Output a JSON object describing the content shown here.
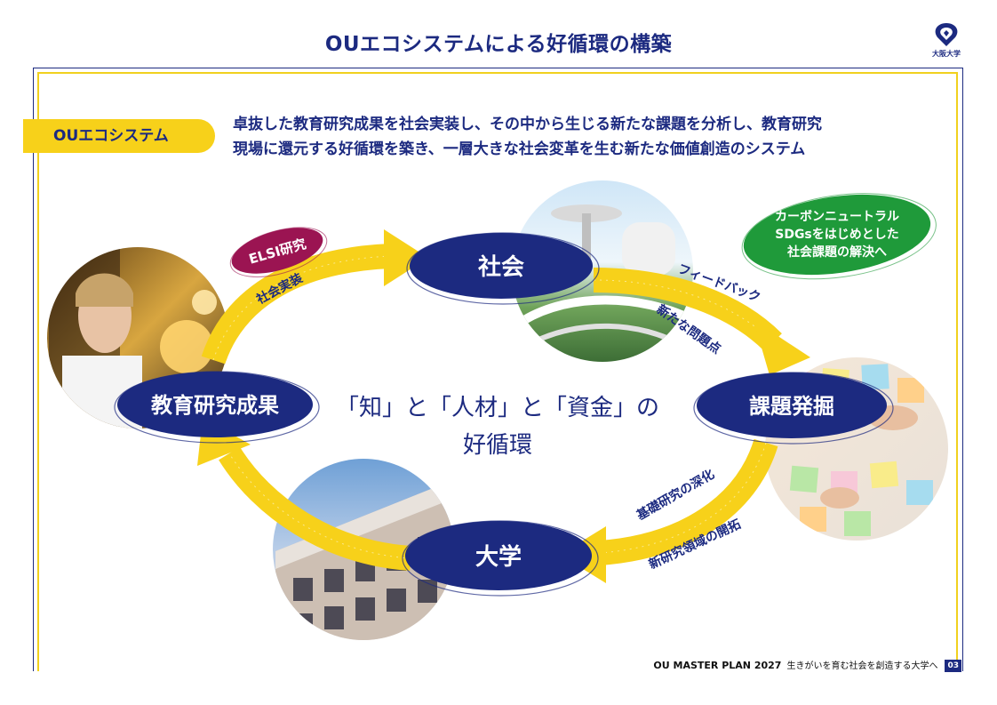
{
  "header": {
    "title": "OUエコシステムによる好循環の構築",
    "logo_text": "大阪大学",
    "logo_icon": "osaka-university-logo-icon"
  },
  "intro": {
    "label": "OUエコシステム",
    "description_line1": "卓抜した教育研究成果を社会実装し、その中から生じる新たな課題を分析し、教育研究",
    "description_line2": "現場に還元する好循環を築き、一層大きな社会変革を生む新たな価値創造のシステム"
  },
  "nodes": {
    "society": "社会",
    "research": "教育研究成果",
    "issues": "課題発掘",
    "university": "大学"
  },
  "arrows": {
    "implementation": "社会実装",
    "feedback": "フィードバック",
    "new_problems": "新たな問題点",
    "deepen": "基礎研究の深化",
    "pioneer": "新研究領域の開拓"
  },
  "badges": {
    "elsi": "ELSI研究",
    "sdgs_line1": "カーボンニュートラル",
    "sdgs_line2": "SDGsをはじめとした",
    "sdgs_line3": "社会課題の解決へ"
  },
  "center": {
    "line1": "「知」と「人材」と「資金」の",
    "line2": "好循環"
  },
  "footer": {
    "main": "OU MASTER PLAN 2027",
    "sub": "生きがいを育む社会を創造する大学へ",
    "page": "03"
  },
  "colors": {
    "navy": "#1c2a80",
    "yellow": "#f7d11a",
    "elsi_badge": "#9b1452",
    "sdgs_badge": "#1f9a3a"
  }
}
